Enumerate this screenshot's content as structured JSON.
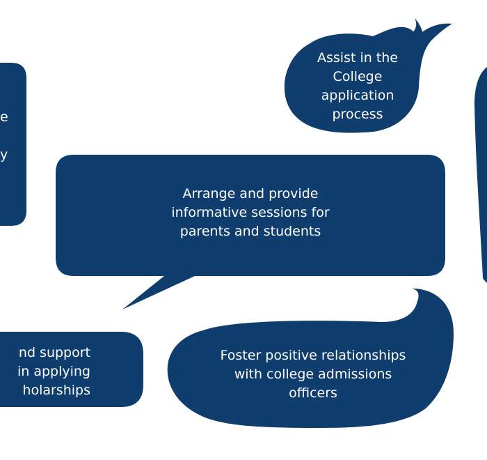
{
  "theme": {
    "bubble_color": "#0f3d6e",
    "text_color": "#ffffff",
    "background": "#ffffff"
  },
  "bubbles": {
    "left_top": {
      "lines": [
        "e",
        "",
        "y"
      ]
    },
    "assist": {
      "lines": [
        "Assist in the",
        "College",
        "application",
        "process"
      ]
    },
    "sessions": {
      "lines": [
        "Arrange and provide",
        "informative sessions for",
        "parents and students"
      ]
    },
    "scholarships": {
      "lines": [
        "nd support",
        "in applying",
        "holarships"
      ]
    },
    "relationships": {
      "lines": [
        "Foster positive relationships",
        "with college admissions",
        "officers"
      ]
    }
  }
}
